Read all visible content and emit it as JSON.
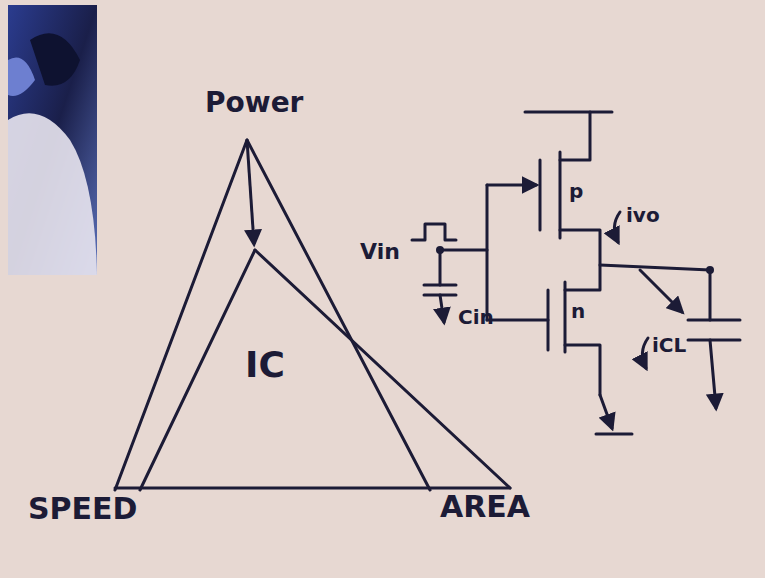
{
  "diagram": {
    "nodes": [
      {
        "text": [
          "IC"
        ]
      }
    ],
    "labels": [
      "Power",
      "SPEED",
      "AREA",
      "Vin",
      "Cin",
      "p",
      "n",
      "ivo",
      "iCL"
    ]
  }
}
